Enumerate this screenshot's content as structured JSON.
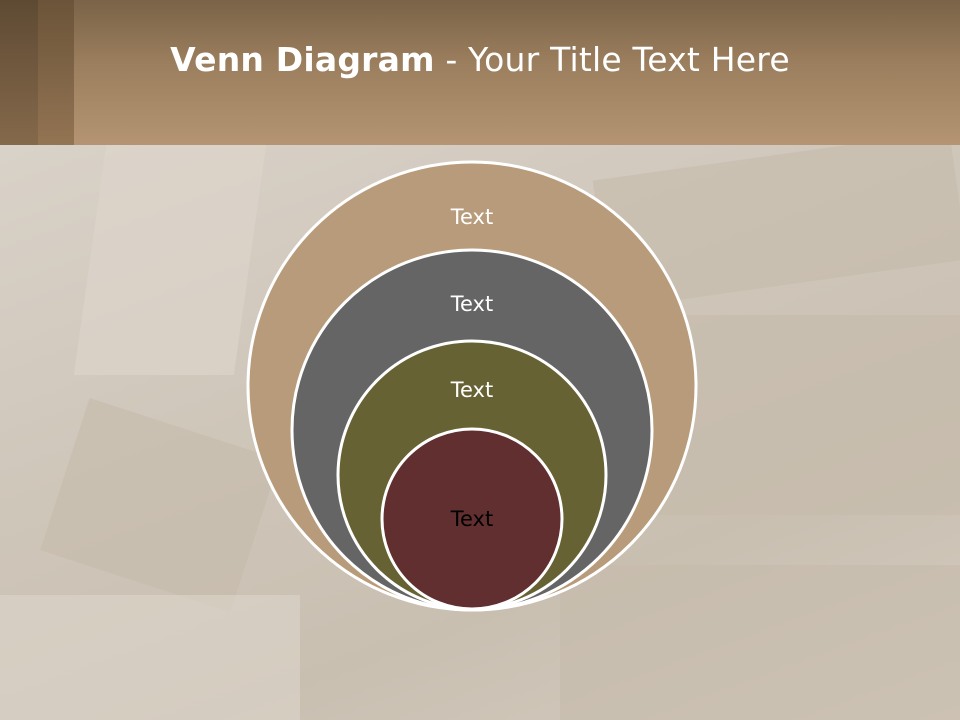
{
  "title": {
    "bold": "Venn Diagram",
    "rest": " - Your Title Text Here"
  },
  "circles": [
    {
      "label": "Text",
      "color": "#b89b7a",
      "text_color": "#ffffff"
    },
    {
      "label": "Text",
      "color": "#656565",
      "text_color": "#ffffff"
    },
    {
      "label": "Text",
      "color": "#666233",
      "text_color": "#ffffff"
    },
    {
      "label": "Text",
      "color": "#622f30",
      "text_color": "#000000"
    }
  ],
  "colors": {
    "header": "#9c7f5e",
    "circle_stroke": "#ffffff"
  }
}
